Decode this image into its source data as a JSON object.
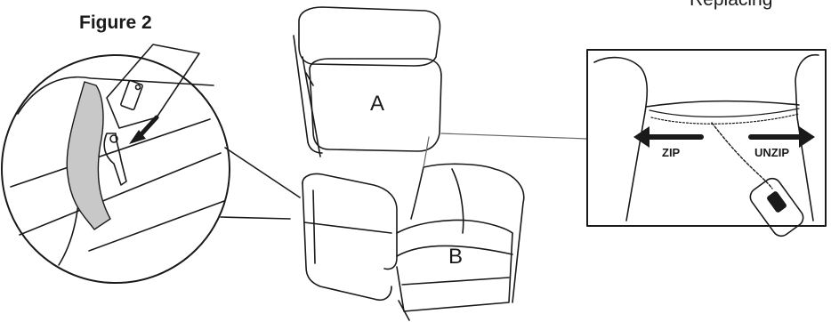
{
  "figure": {
    "title": "Figure 2",
    "cutoff_text": "Replacing"
  },
  "labels": {
    "back_cushion": "A",
    "seat": "B",
    "zip": "ZIP",
    "unzip": "UNZIP"
  },
  "colors": {
    "line": "#1a1a1a",
    "bracket_fill": "#c8c8c8",
    "background": "#ffffff"
  }
}
